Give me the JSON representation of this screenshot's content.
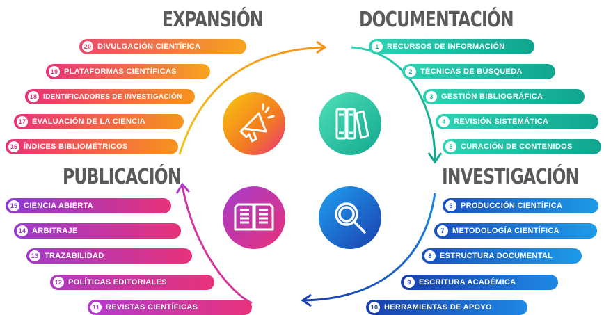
{
  "sections": {
    "expansion": {
      "title": "EXPANSIÓN",
      "color": "#f7a41d"
    },
    "documentacion": {
      "title": "DOCUMENTACIÓN",
      "color": "#18b89b"
    },
    "publicacion": {
      "title": "PUBLICACIÓN",
      "color": "#e8327a"
    },
    "investigacion": {
      "title": "INVESTIGACIÓN",
      "color": "#1976d8"
    }
  },
  "items": [
    {
      "n": "1",
      "label": "RECURSOS DE INFORMACIÓN"
    },
    {
      "n": "2",
      "label": "TÉCNICAS DE BÚSQUEDA"
    },
    {
      "n": "3",
      "label": "GESTIÓN BIBLIOGRÁFICA"
    },
    {
      "n": "4",
      "label": "REVISIÓN SISTEMÁTICA"
    },
    {
      "n": "5",
      "label": "CURACIÓN DE CONTENIDOS"
    },
    {
      "n": "6",
      "label": "PRODUCCIÓN CIENTÍFICA"
    },
    {
      "n": "7",
      "label": "METODOLOGÍA CIENTÍFICA"
    },
    {
      "n": "8",
      "label": "ESTRUCTURA DOCUMENTAL"
    },
    {
      "n": "9",
      "label": "ESCRITURA ACADÉMICA"
    },
    {
      "n": "10",
      "label": "HERRAMIENTAS DE APOYO"
    },
    {
      "n": "11",
      "label": "REVISTAS CIENTÍFICAS"
    },
    {
      "n": "12",
      "label": "POLÍTICAS EDITORIALES"
    },
    {
      "n": "13",
      "label": "TRAZABILIDAD"
    },
    {
      "n": "14",
      "label": "ARBITRAJE"
    },
    {
      "n": "15",
      "label": "CIENCIA ABIERTA"
    },
    {
      "n": "16",
      "label": "ÍNDICES BIBLIOMÉTRICOS"
    },
    {
      "n": "17",
      "label": "EVALUACIÓN DE LA CIENCIA"
    },
    {
      "n": "18",
      "label": "IDENTIFICADORES DE INVESTIGACIÓN"
    },
    {
      "n": "19",
      "label": "PLATAFORMAS CIENTÍFICAS"
    },
    {
      "n": "20",
      "label": "DIVULGACIÓN CIENTÍFICA"
    }
  ],
  "icons": {
    "expansion": "megaphone-icon",
    "documentacion": "books-icon",
    "publicacion": "open-book-icon",
    "investigacion": "magnifier-icon"
  }
}
